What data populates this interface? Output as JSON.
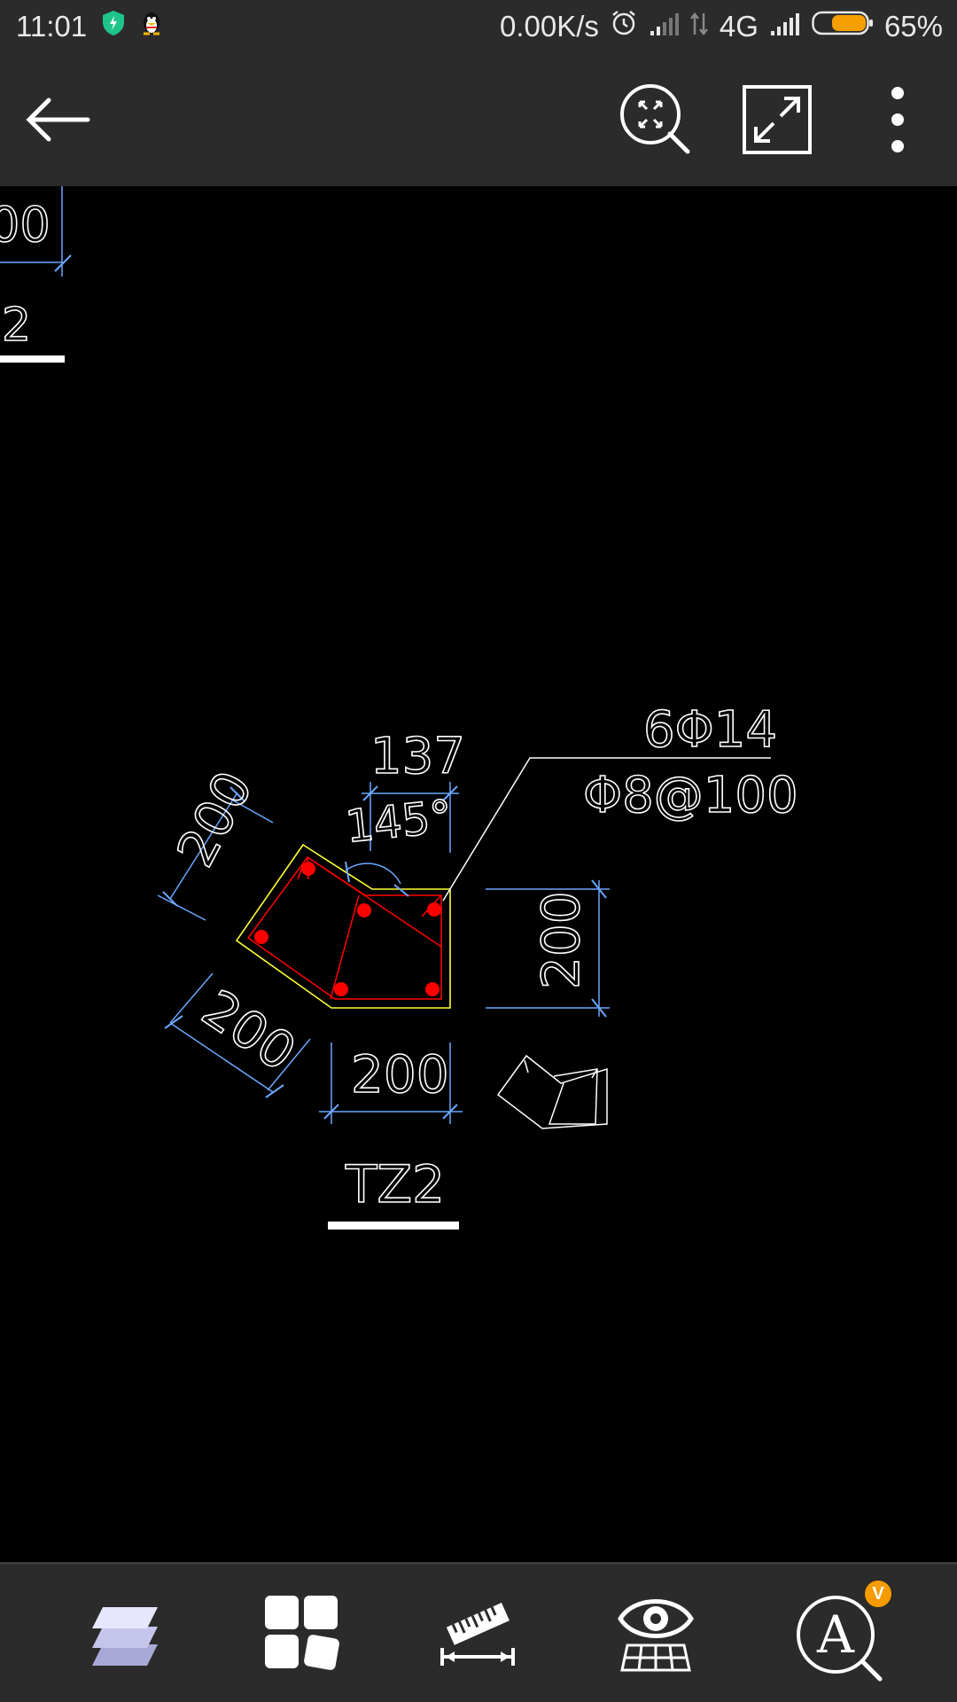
{
  "status": {
    "time": "11:01",
    "net_speed": "0.00K/s",
    "network_type": "4G",
    "battery": "65%"
  },
  "toolbar": {
    "back_icon": "back-arrow-icon",
    "zoom_fit_icon": "zoom-extents-icon",
    "fullscreen_icon": "fullscreen-icon",
    "more_icon": "more-vertical-icon"
  },
  "drawing": {
    "top_left_dim": "00",
    "top_left_label": "2",
    "dim_top": "137",
    "angle": "145°",
    "dim_left": "200",
    "dim_right": "200",
    "dim_bottom_left": "200",
    "dim_bottom": "200",
    "rebar_main": "6Φ14",
    "rebar_stirrup": "Φ8@100",
    "section_name": "TZ2",
    "colors": {
      "background": "#000000",
      "outline": "#ffff33",
      "rebar": "#ff0000",
      "dimension": "#6aa8ff",
      "text": "#ffffff"
    }
  },
  "bottom_toolbar": {
    "layers_icon": "layers-icon",
    "layouts_icon": "layouts-icon",
    "measure_icon": "measure-ruler-icon",
    "view_icon": "view-eye-icon",
    "text_search_icon": "text-search-icon",
    "badge": "V"
  }
}
